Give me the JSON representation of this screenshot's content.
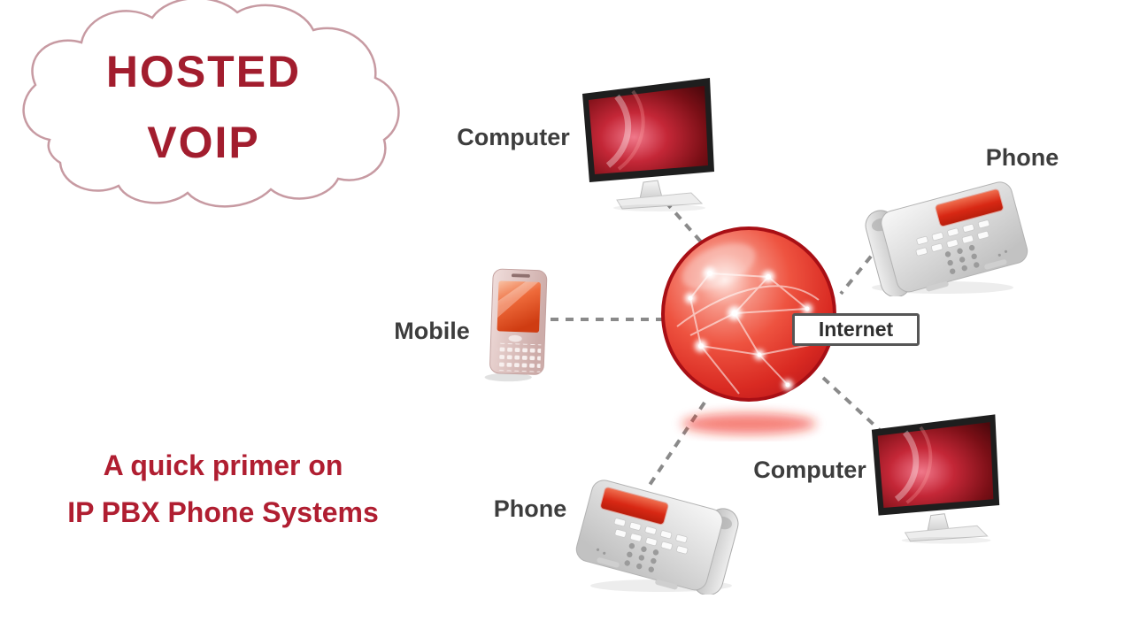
{
  "title_cloud": {
    "line1": "HOSTED",
    "line2": "VOIP"
  },
  "subtitle": {
    "line1": "A quick primer on",
    "line2": "IP PBX Phone Systems"
  },
  "hub": {
    "label": "Internet"
  },
  "nodes": {
    "computer_top": {
      "label": "Computer"
    },
    "phone_top": {
      "label": "Phone"
    },
    "mobile": {
      "label": "Mobile"
    },
    "phone_bottom": {
      "label": "Phone"
    },
    "computer_bottom": {
      "label": "Computer"
    }
  },
  "colors": {
    "title_red": "#a21d2e",
    "subtitle_red": "#b01e31",
    "label_gray": "#3d3d3d",
    "globe_red": "#d92a22",
    "globe_rim": "#a80f15",
    "dash_gray": "#8a8a8a",
    "display_red": "#d82814"
  }
}
